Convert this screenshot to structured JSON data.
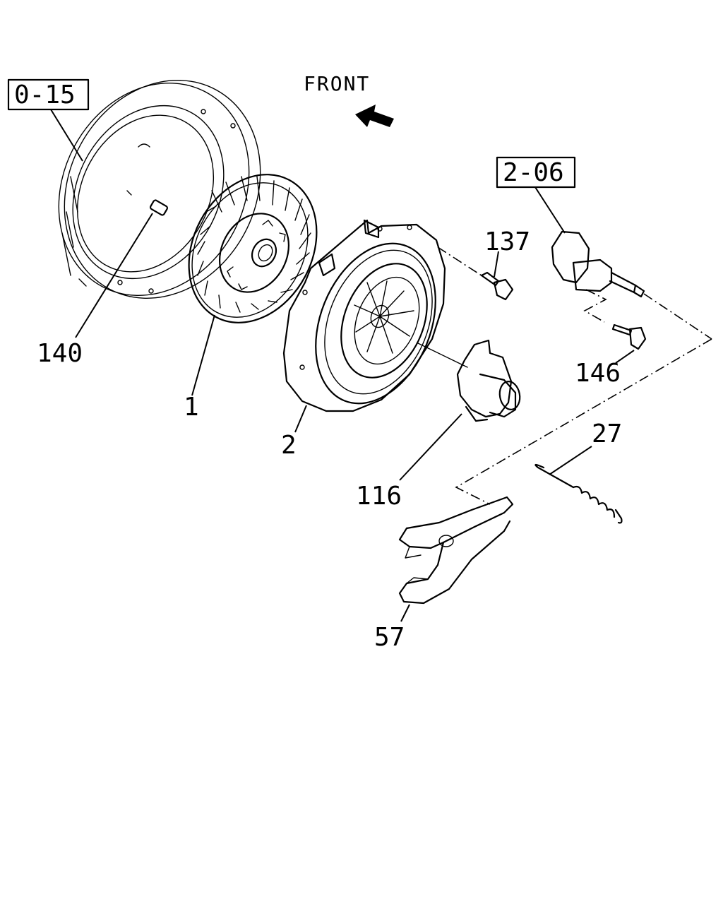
{
  "direction_label": "FRONT",
  "references": {
    "flywheel_group": "0-15",
    "cylinder_group": "2-06"
  },
  "callouts": {
    "dowel_pin": "140",
    "clutch_disc": "1",
    "pressure_plate": "2",
    "bolt_137": "137",
    "bolt_146": "146",
    "release_bearing": "116",
    "return_spring": "27",
    "release_fork": "57"
  }
}
